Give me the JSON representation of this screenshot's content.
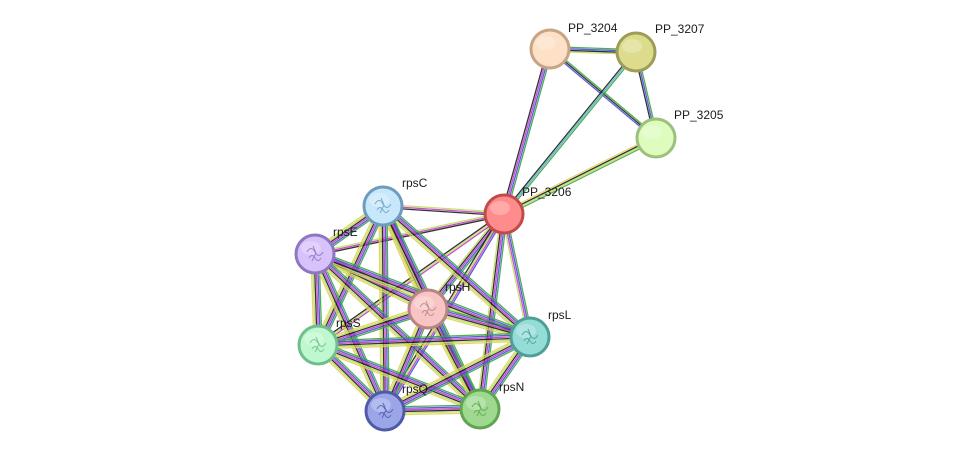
{
  "nodes": [
    {
      "id": "PP_3204",
      "label": "PP_3204",
      "fill": "#fde0c6",
      "stroke": "#c7a484"
    },
    {
      "id": "PP_3207",
      "label": "PP_3207",
      "fill": "#dcdc8c",
      "stroke": "#9d9d58"
    },
    {
      "id": "PP_3205",
      "label": "PP_3205",
      "fill": "#ddfcbe",
      "stroke": "#9cc17c"
    },
    {
      "id": "PP_3206",
      "label": "PP_3206",
      "fill": "#ff8c8c",
      "stroke": "#c24a4a"
    },
    {
      "id": "rpsC",
      "label": "rpsC",
      "fill": "#c7e8fb",
      "stroke": "#6f9bbd"
    },
    {
      "id": "rpsE",
      "label": "rpsE",
      "fill": "#d7c2fb",
      "stroke": "#8e76c3"
    },
    {
      "id": "rpsH",
      "label": "rpsH",
      "fill": "#f8c4c4",
      "stroke": "#b98484"
    },
    {
      "id": "rpsS",
      "label": "rpsS",
      "fill": "#bff7cf",
      "stroke": "#6fbf8c"
    },
    {
      "id": "rpsL",
      "label": "rpsL",
      "fill": "#93ddd6",
      "stroke": "#4e9f98"
    },
    {
      "id": "rpsQ",
      "label": "rpsQ",
      "fill": "#9aa6e8",
      "stroke": "#4f5ba6"
    },
    {
      "id": "rpsN",
      "label": "rpsN",
      "fill": "#9ed98f",
      "stroke": "#5fa552"
    }
  ],
  "edges": [
    {
      "source": "PP_3204",
      "target": "PP_3207",
      "colors": [
        "#3aa640",
        "#4a4adb",
        "#1c1c1c",
        "#bbe05a"
      ]
    },
    {
      "source": "PP_3204",
      "target": "PP_3205",
      "colors": [
        "#3aa640",
        "#1c1c1c",
        "#4a4adb"
      ]
    },
    {
      "source": "PP_3204",
      "target": "PP_3206",
      "colors": [
        "#3aa640",
        "#4a4adb",
        "#c23ac8",
        "#1c1c1c"
      ]
    },
    {
      "source": "PP_3207",
      "target": "PP_3205",
      "colors": [
        "#3aa640",
        "#4a4adb",
        "#1c1c1c"
      ]
    },
    {
      "source": "PP_3207",
      "target": "PP_3206",
      "colors": [
        "#3aa640",
        "#4ab0c8",
        "#1c1c1c"
      ]
    },
    {
      "source": "PP_3205",
      "target": "PP_3206",
      "colors": [
        "#3aa640",
        "#bbe05a",
        "#1c1c1c",
        "#e0d05a"
      ]
    },
    {
      "source": "PP_3206",
      "target": "rpsC",
      "colors": [
        "#1c1c1c",
        "#c23ac8",
        "#bbe05a"
      ]
    },
    {
      "source": "PP_3206",
      "target": "rpsE",
      "colors": [
        "#1c1c1c",
        "#c23ac8",
        "#bbe05a"
      ]
    },
    {
      "source": "PP_3206",
      "target": "rpsH",
      "colors": [
        "#3aa640",
        "#4a4adb",
        "#c23ac8",
        "#1c1c1c",
        "#bbe05a"
      ]
    },
    {
      "source": "PP_3206",
      "target": "rpsS",
      "colors": [
        "#c23ac8",
        "#bbe05a",
        "#1c1c1c"
      ]
    },
    {
      "source": "PP_3206",
      "target": "rpsL",
      "colors": [
        "#3aa640",
        "#4a4adb",
        "#c23ac8",
        "#bbe05a"
      ]
    },
    {
      "source": "PP_3206",
      "target": "rpsQ",
      "colors": [
        "#4a4adb",
        "#c23ac8",
        "#bbe05a",
        "#1c1c1c"
      ]
    },
    {
      "source": "PP_3206",
      "target": "rpsN",
      "colors": [
        "#3aa640",
        "#4a4adb",
        "#c23ac8",
        "#1c1c1c",
        "#bbe05a"
      ]
    },
    {
      "source": "rpsC",
      "target": "rpsE",
      "colors": [
        "#3aa640",
        "#4a4adb",
        "#c23ac8",
        "#1c1c1c",
        "#bbe05a",
        "#e0d05a"
      ]
    },
    {
      "source": "rpsC",
      "target": "rpsH",
      "colors": [
        "#3aa640",
        "#4a4adb",
        "#c23ac8",
        "#1c1c1c",
        "#bbe05a",
        "#e0d05a"
      ]
    },
    {
      "source": "rpsC",
      "target": "rpsS",
      "colors": [
        "#3aa640",
        "#4a4adb",
        "#c23ac8",
        "#1c1c1c",
        "#bbe05a",
        "#e0d05a"
      ]
    },
    {
      "source": "rpsC",
      "target": "rpsL",
      "colors": [
        "#3aa640",
        "#4a4adb",
        "#c23ac8",
        "#1c1c1c",
        "#bbe05a",
        "#e0d05a"
      ]
    },
    {
      "source": "rpsC",
      "target": "rpsQ",
      "colors": [
        "#3aa640",
        "#4a4adb",
        "#c23ac8",
        "#1c1c1c",
        "#bbe05a",
        "#e0d05a"
      ]
    },
    {
      "source": "rpsC",
      "target": "rpsN",
      "colors": [
        "#3aa640",
        "#4a4adb",
        "#c23ac8",
        "#1c1c1c",
        "#bbe05a",
        "#e0d05a"
      ]
    },
    {
      "source": "rpsE",
      "target": "rpsH",
      "colors": [
        "#3aa640",
        "#4a4adb",
        "#c23ac8",
        "#1c1c1c",
        "#bbe05a",
        "#e0d05a"
      ]
    },
    {
      "source": "rpsE",
      "target": "rpsS",
      "colors": [
        "#3aa640",
        "#4a4adb",
        "#c23ac8",
        "#1c1c1c",
        "#bbe05a",
        "#e0d05a"
      ]
    },
    {
      "source": "rpsE",
      "target": "rpsL",
      "colors": [
        "#3aa640",
        "#4a4adb",
        "#c23ac8",
        "#1c1c1c",
        "#bbe05a",
        "#e0d05a"
      ]
    },
    {
      "source": "rpsE",
      "target": "rpsQ",
      "colors": [
        "#3aa640",
        "#4a4adb",
        "#c23ac8",
        "#1c1c1c",
        "#bbe05a",
        "#e0d05a"
      ]
    },
    {
      "source": "rpsE",
      "target": "rpsN",
      "colors": [
        "#3aa640",
        "#4a4adb",
        "#c23ac8",
        "#1c1c1c",
        "#bbe05a",
        "#e0d05a"
      ]
    },
    {
      "source": "rpsH",
      "target": "rpsS",
      "colors": [
        "#3aa640",
        "#4a4adb",
        "#c23ac8",
        "#1c1c1c",
        "#bbe05a",
        "#e0d05a"
      ]
    },
    {
      "source": "rpsH",
      "target": "rpsL",
      "colors": [
        "#3aa640",
        "#4a4adb",
        "#c23ac8",
        "#1c1c1c",
        "#bbe05a",
        "#e0d05a"
      ]
    },
    {
      "source": "rpsH",
      "target": "rpsQ",
      "colors": [
        "#3aa640",
        "#4a4adb",
        "#c23ac8",
        "#1c1c1c",
        "#bbe05a",
        "#e0d05a"
      ]
    },
    {
      "source": "rpsH",
      "target": "rpsN",
      "colors": [
        "#3aa640",
        "#4a4adb",
        "#c23ac8",
        "#1c1c1c",
        "#bbe05a",
        "#e0d05a"
      ]
    },
    {
      "source": "rpsS",
      "target": "rpsL",
      "colors": [
        "#3aa640",
        "#4a4adb",
        "#c23ac8",
        "#1c1c1c",
        "#bbe05a",
        "#e0d05a"
      ]
    },
    {
      "source": "rpsS",
      "target": "rpsQ",
      "colors": [
        "#3aa640",
        "#4a4adb",
        "#c23ac8",
        "#1c1c1c",
        "#bbe05a",
        "#e0d05a"
      ]
    },
    {
      "source": "rpsS",
      "target": "rpsN",
      "colors": [
        "#3aa640",
        "#4a4adb",
        "#c23ac8",
        "#1c1c1c",
        "#bbe05a",
        "#e0d05a"
      ]
    },
    {
      "source": "rpsL",
      "target": "rpsQ",
      "colors": [
        "#3aa640",
        "#4a4adb",
        "#c23ac8",
        "#1c1c1c",
        "#bbe05a",
        "#e0d05a"
      ]
    },
    {
      "source": "rpsL",
      "target": "rpsN",
      "colors": [
        "#3aa640",
        "#4a4adb",
        "#c23ac8",
        "#1c1c1c",
        "#bbe05a",
        "#e0d05a"
      ]
    },
    {
      "source": "rpsQ",
      "target": "rpsN",
      "colors": [
        "#3aa640",
        "#4a4adb",
        "#c23ac8",
        "#1c1c1c",
        "#bbe05a",
        "#e0d05a"
      ]
    }
  ]
}
